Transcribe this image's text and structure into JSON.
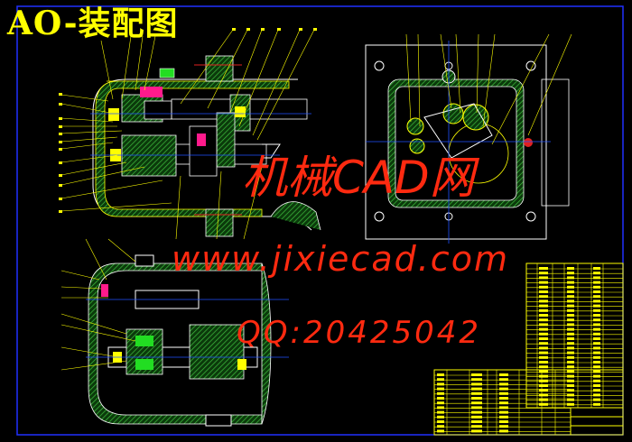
{
  "drawing": {
    "title": "AO-装配图",
    "colors": {
      "background": "#000000",
      "frame": "#2030ff",
      "hatch": "#1f8f1f",
      "outline": "#ffff00",
      "watermark": "#ff2a10"
    }
  },
  "watermark": {
    "site_name": "机械CAD网",
    "url": "www.jixiecad.com",
    "qq": "QQ:20425042"
  }
}
